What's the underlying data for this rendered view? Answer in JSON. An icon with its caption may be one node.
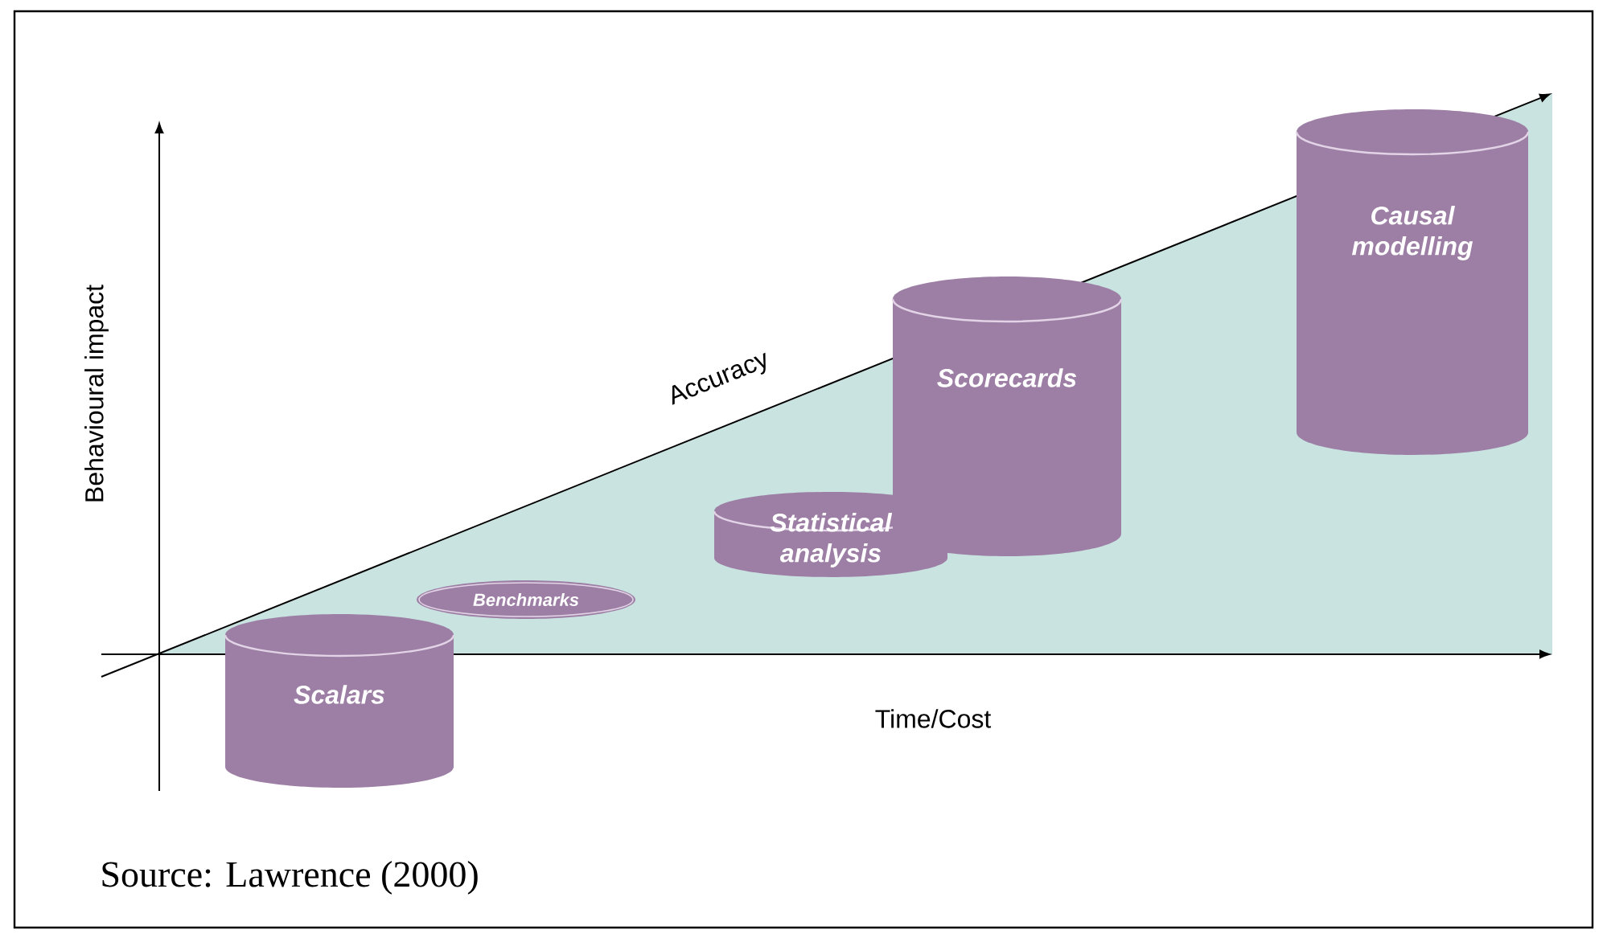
{
  "diagram": {
    "caption": "Source: Lawrence (2000)",
    "nodes": [
      {
        "text": [
          "Scalars"
        ]
      },
      {
        "text": [
          "Benchmarks"
        ]
      },
      {
        "text": [
          "Statistical analysis"
        ]
      },
      {
        "text": [
          "Scorecards"
        ]
      },
      {
        "text": [
          "Causal modelling"
        ]
      }
    ],
    "labels": [
      "Behavioural impact",
      "Accuracy",
      "Time/Cost"
    ]
  }
}
